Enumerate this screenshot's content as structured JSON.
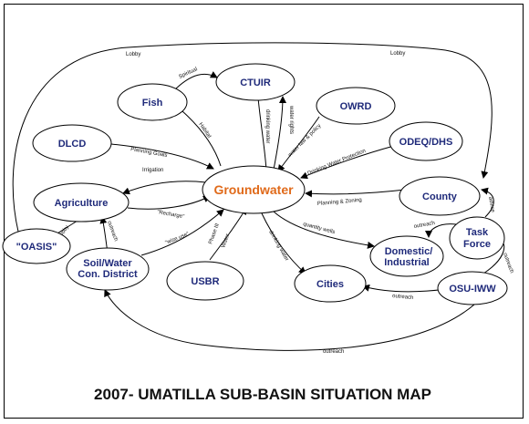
{
  "diagram": {
    "title": "2007- UMATILLA SUB-BASIN SITUATION MAP",
    "nodes": {
      "groundwater": "Groundwater",
      "fish": "Fish",
      "ctuir": "CTUIR",
      "owrd": "OWRD",
      "dlcd": "DLCD",
      "odeq": "ODEQ/DHS",
      "agriculture": "Agriculture",
      "county": "County",
      "oasis": "\"OASIS\"",
      "soilwater_1": "Soil/Water",
      "soilwater_2": "Con. District",
      "usbr": "USBR",
      "cities": "Cities",
      "domestic_1": "Domestic/",
      "domestic_2": "Industrial",
      "taskforce_1": "Task",
      "taskforce_2": "Force",
      "osu": "OSU-IWW"
    },
    "edge_labels": {
      "lobby_left": "Lobby",
      "lobby_right": "Lobby",
      "spiritual": "Spiritual",
      "habitat": "Habitat",
      "drinking_water": "drinking water",
      "water_rights": "water rights",
      "water_law": "water law & policy",
      "drinking_water_protection": "Drinking Water Protection",
      "planning_goals": "Planning Goals",
      "irrigation": "Irrigation",
      "recharge": "\"Recharge\"",
      "planning_zoning": "Planning & Zoning",
      "wise_use": "\"wise use\"",
      "phase_iii": "Phase III",
      "water": "Water",
      "drinking_water_cities": "drinking water",
      "quantity_wells": "quantity wells",
      "lobby_oasis": "Lobby",
      "outreach_soil": "outreach",
      "outreach_tf": "outreach",
      "outreach_cities": "outreach",
      "outreach_bottom": "outreach",
      "outreach_osu": "outreach",
      "advice": "advice"
    }
  }
}
